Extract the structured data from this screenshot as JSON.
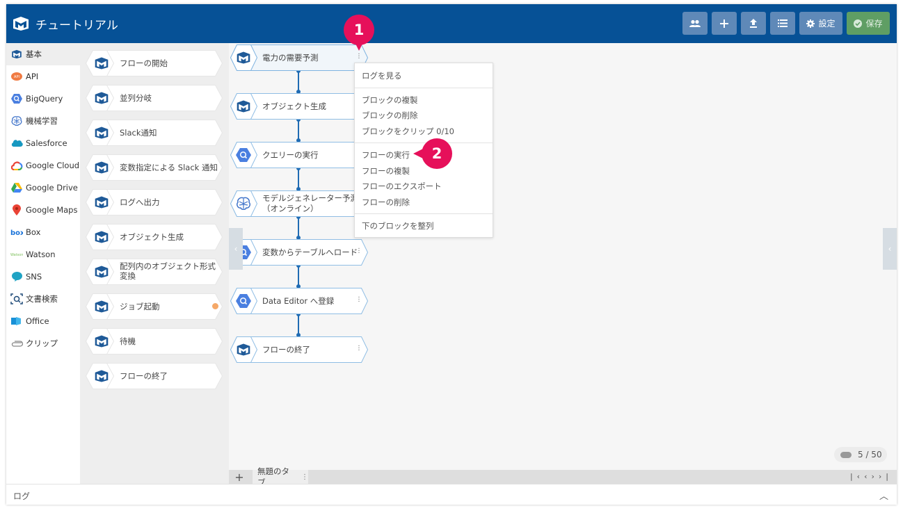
{
  "app": {
    "title": "チュートリアル"
  },
  "header": {
    "settings_label": "設定",
    "save_label": "保存"
  },
  "sidebar": {
    "items": [
      {
        "label": "基本",
        "icon": "kouzou-logo-icon",
        "active": true
      },
      {
        "label": "API",
        "icon": "api-icon"
      },
      {
        "label": "BigQuery",
        "icon": "bigquery-icon"
      },
      {
        "label": "機械学習",
        "icon": "brain-icon"
      },
      {
        "label": "Salesforce",
        "icon": "salesforce-cloud-icon"
      },
      {
        "label": "Google Cloud",
        "icon": "google-cloud-icon"
      },
      {
        "label": "Google Drive",
        "icon": "google-drive-icon"
      },
      {
        "label": "Google Maps",
        "icon": "map-pin-icon"
      },
      {
        "label": "Box",
        "icon": "box-icon"
      },
      {
        "label": "Watson",
        "icon": "watson-icon"
      },
      {
        "label": "SNS",
        "icon": "sns-bubble-icon"
      },
      {
        "label": "文書検索",
        "icon": "document-search-icon"
      },
      {
        "label": "Office",
        "icon": "office-icon"
      },
      {
        "label": "クリップ",
        "icon": "paperclip-icon"
      }
    ]
  },
  "palette": {
    "blocks": [
      {
        "label": "フローの開始"
      },
      {
        "label": "並列分岐"
      },
      {
        "label": "Slack通知"
      },
      {
        "label": "変数指定による Slack 通知"
      },
      {
        "label": "ログへ出力"
      },
      {
        "label": "オブジェクト生成"
      },
      {
        "label": "配列内のオブジェクト形式",
        "label2": "変換"
      },
      {
        "label": "ジョブ起動"
      },
      {
        "label": "待機"
      },
      {
        "label": "フローの終了"
      }
    ]
  },
  "flow": {
    "blocks": [
      {
        "label": "電力の需要予測",
        "icon": "kouzou-logo-icon"
      },
      {
        "label": "オブジェクト生成",
        "icon": "kouzou-logo-icon"
      },
      {
        "label": "クエリーの実行",
        "icon": "bigquery-icon"
      },
      {
        "label": "モデルジェネレーター予測",
        "label2": "（オンライン）",
        "icon": "brain-icon"
      },
      {
        "label": "変数からテーブルへロード",
        "icon": "bigquery-icon"
      },
      {
        "label": "Data Editor へ登録",
        "icon": "bigquery-icon"
      },
      {
        "label": "フローの終了",
        "icon": "kouzou-logo-icon"
      }
    ]
  },
  "context_menu": {
    "items": [
      "ログを見る",
      "ブロックの複製",
      "ブロックの削除",
      "ブロックをクリップ 0/10",
      "フローの実行",
      "フローの複製",
      "フローのエクスポート",
      "フローの削除",
      "下のブロックを整列"
    ]
  },
  "callouts": {
    "one": "1",
    "two": "2"
  },
  "counter": {
    "text": "5 / 50"
  },
  "tabs": {
    "items": [
      {
        "label": "無題のタブ"
      }
    ]
  },
  "log_panel": {
    "title": "ログ"
  }
}
